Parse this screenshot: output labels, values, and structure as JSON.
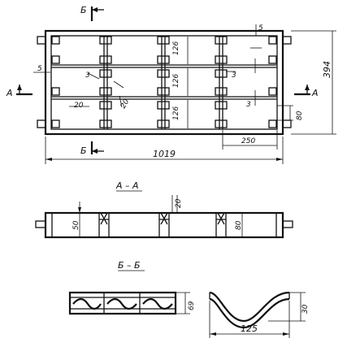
{
  "drawing": {
    "plan": {
      "dims": {
        "width": "1019",
        "height": "394",
        "cell": "250",
        "row_h": [
          "126",
          "126",
          "126"
        ],
        "rib_small": "5",
        "rib_left": "5",
        "gap": "3",
        "gap2": "3",
        "gap3": "3",
        "slot": "20",
        "slot_b": "20",
        "lug": "80"
      },
      "section_marks": {
        "a_left": "А",
        "a_right": "А",
        "b_top": "Б",
        "b_bottom": "Б"
      }
    },
    "section_aa": {
      "title": "А – А",
      "dims": {
        "height": "50",
        "rib": "20",
        "inner": "80"
      }
    },
    "section_bb": {
      "title": "Б – Б",
      "dims": {
        "height": "69"
      }
    },
    "detail": {
      "dims": {
        "height": "30",
        "length": "125"
      }
    }
  }
}
